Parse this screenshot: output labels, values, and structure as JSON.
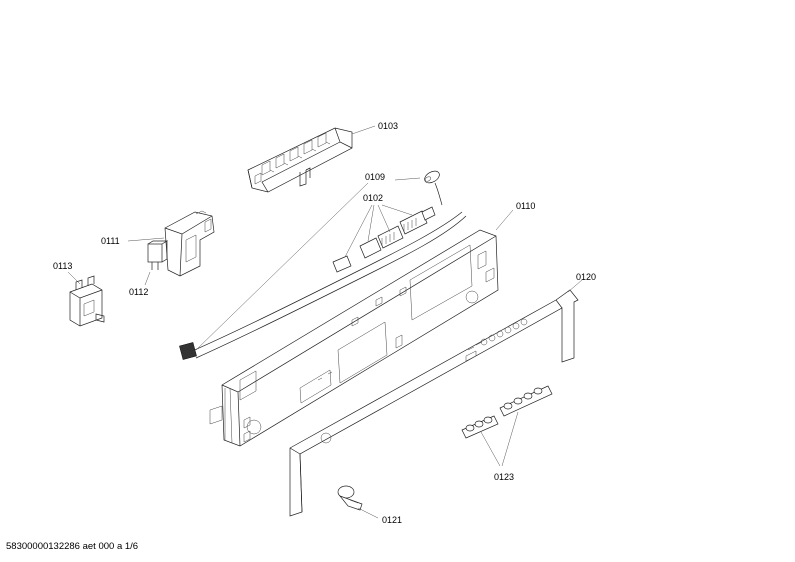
{
  "labels": {
    "p0103": "0103",
    "p0109": "0109",
    "p0102": "0102",
    "p0110": "0110",
    "p0111": "0111",
    "p0112": "0112",
    "p0113": "0113",
    "p0120": "0120",
    "p0123": "0123",
    "p0121": "0121"
  },
  "footer": "58300000132286 aet 000 a 1/6"
}
